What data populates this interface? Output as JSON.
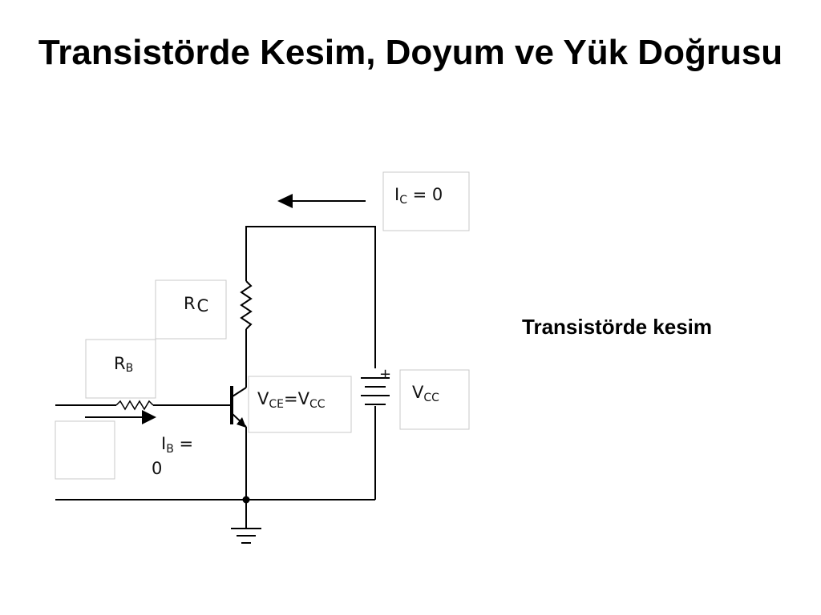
{
  "slide": {
    "title": "Transistörde Kesim, Doyum ve Yük Doğrusu",
    "caption": "Transistörde kesim"
  },
  "circuit": {
    "rc": {
      "main": "R",
      "sub": "C"
    },
    "rb": {
      "main": "R",
      "sub": "B"
    },
    "ic": {
      "main": "I",
      "sub": "C",
      "tail": " = 0"
    },
    "vce": {
      "v1": "V",
      "s1": "CE",
      "eq": "=V",
      "s2": "CC"
    },
    "vcc": {
      "main": "V",
      "sub": "CC"
    },
    "ib": {
      "main": "I",
      "sub": "B",
      "tail": " =",
      "value": "0"
    },
    "plus": "+"
  }
}
